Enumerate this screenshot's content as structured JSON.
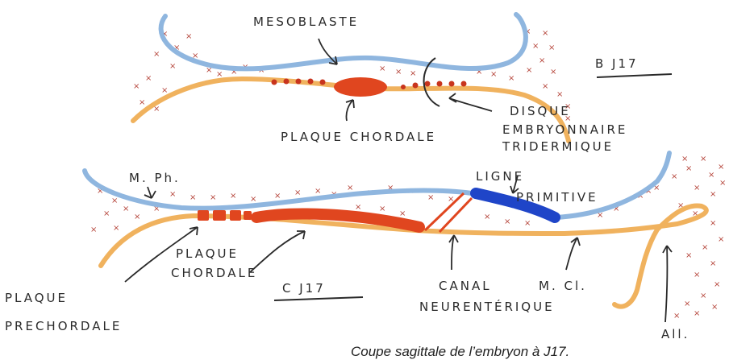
{
  "labels": {
    "mesoblaste": "MESOBLASTE",
    "plaque_chordale_top": "PLAQUE CHORDALE",
    "bj17": "B J17",
    "disque_l1": "DISQUE",
    "disque_l2": "EMBRYONNAIRE",
    "disque_l3": "TRIDERMIQUE",
    "mph": "M. Ph.",
    "ligne": "LIGNE",
    "primitive": "PRIMITIVE",
    "plaque_chordale_bottom_l1": "PLAQUE",
    "plaque_chordale_bottom_l2": "CHORDALE",
    "cj17": "C J17",
    "canal_l1": "CANAL",
    "canal_l2": "NEURENTÉRIQUE",
    "mcl": "M. Cl.",
    "plaque_prechordale_l1": "PLAQUE",
    "plaque_prechordale_l2": "PRECHORDALE",
    "all": "All.",
    "caption": "Coupe sagittale de l’embryon à J17."
  },
  "colors": {
    "ectoderm": "#8fb6df",
    "endoderm": "#f0b25e",
    "chorda": "#e0461f",
    "mesoderm_cross": "#b5443a",
    "primitive_streak": "#1f45c8",
    "ink": "#2a2a2a"
  }
}
